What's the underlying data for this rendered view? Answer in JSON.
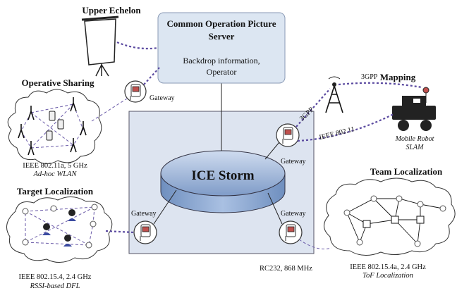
{
  "labels": {
    "upper_echelon": "Upper Echelon",
    "cop_server_line1": "Common Operation Picture",
    "cop_server_line2": "Server",
    "cop_desc_line1": "Backdrop information,",
    "cop_desc_line2": "Operator",
    "operative_sharing": "Operative Sharing",
    "operative_std": "IEEE 802.11a, 5 GHz",
    "operative_sub": "Ad-hoc WLAN",
    "target_localization": "Target Localization",
    "target_std": "IEEE 802.15.4, 2.4 GHz",
    "target_sub": "RSSI-based DFL",
    "ice_storm": "ICE Storm",
    "gateway": "Gateway",
    "mapping": "Mapping",
    "link_3gpp": "3GPP",
    "link_80211": "IEEE 802.11",
    "robot_line1": "Mobile Robot",
    "robot_line2": "SLAM",
    "team_localization": "Team Localization",
    "team_std": "IEEE 802.15.4a, 2.4 GHz",
    "team_sub": "ToF Localization",
    "rc_link": "RC232, 868 MHz"
  },
  "colors": {
    "server_box": "#dce6f2",
    "center_panel": "#dde4f0",
    "storm_fill": "#9fb9de",
    "link_purple": "#5b4aa0",
    "gateway_red": "#c0504d"
  }
}
